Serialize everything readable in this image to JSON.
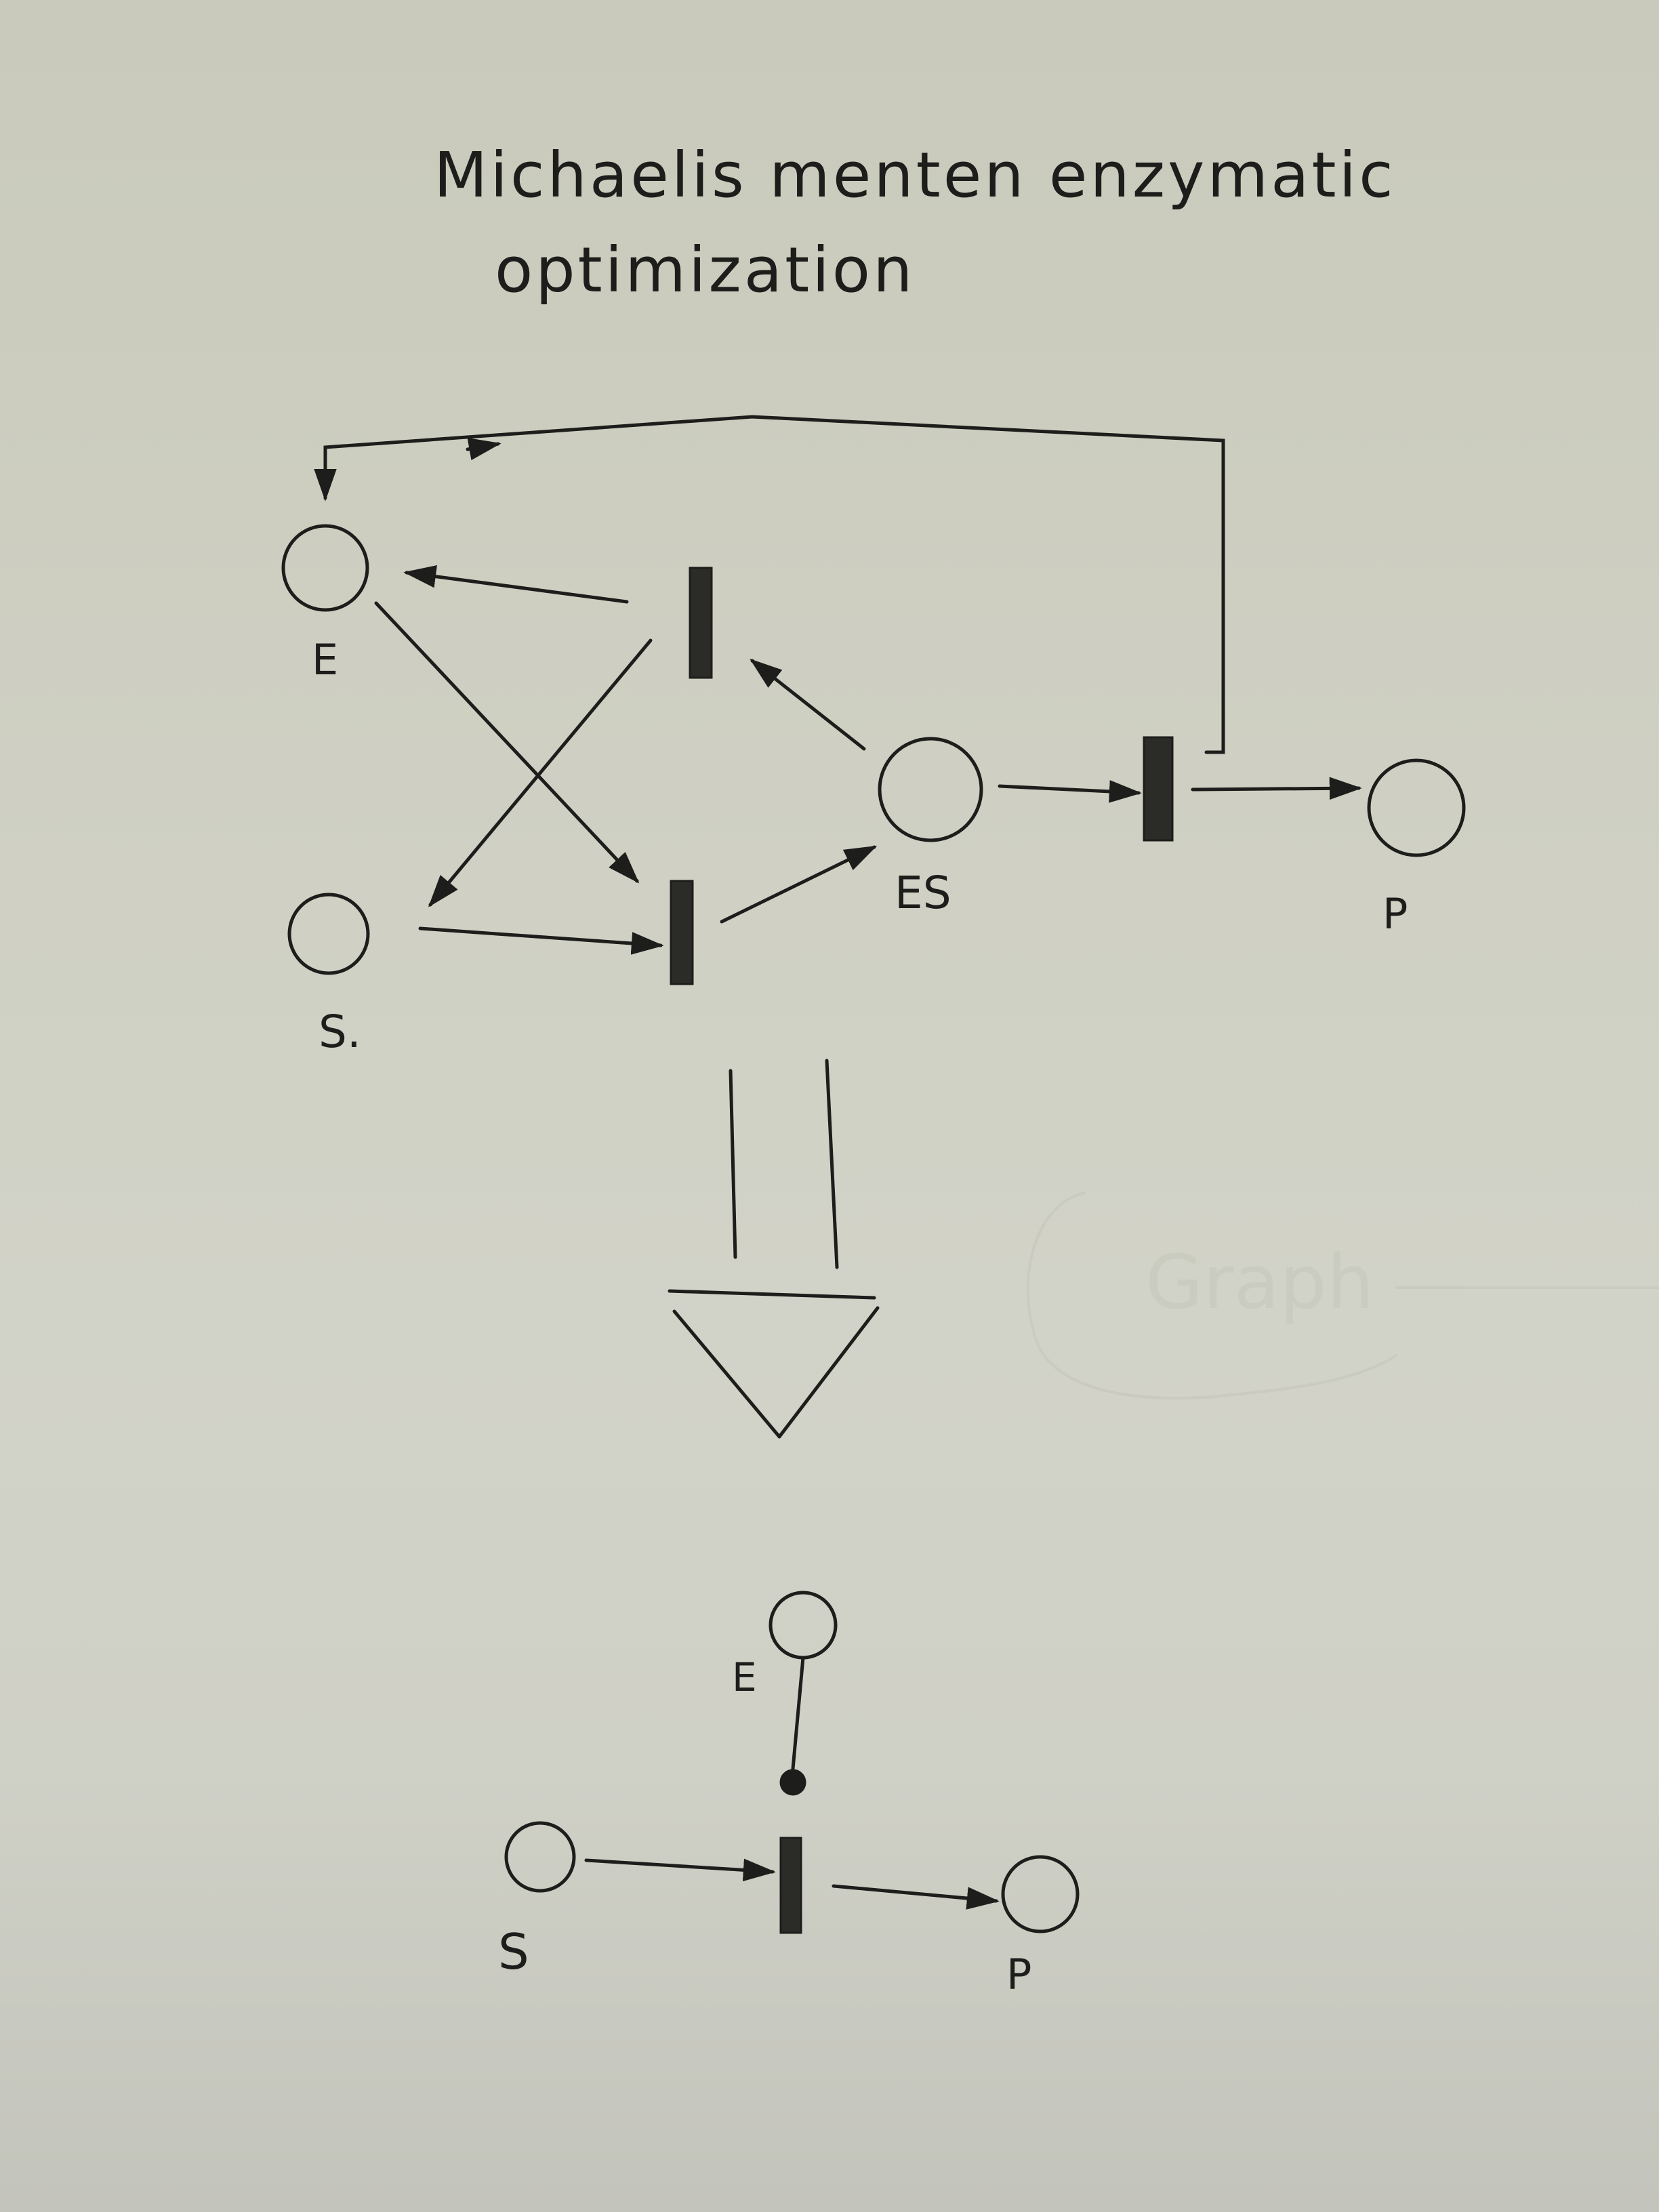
{
  "title": {
    "line1": "Michaelis menten enzymatic",
    "line2": "optimization"
  },
  "top_net": {
    "places": {
      "E": "E",
      "S": "S.",
      "ES": "ES",
      "P": "P"
    }
  },
  "bottom_net": {
    "places": {
      "E": "E",
      "S": "S",
      "P": "P"
    }
  },
  "background_trace": "Graph"
}
